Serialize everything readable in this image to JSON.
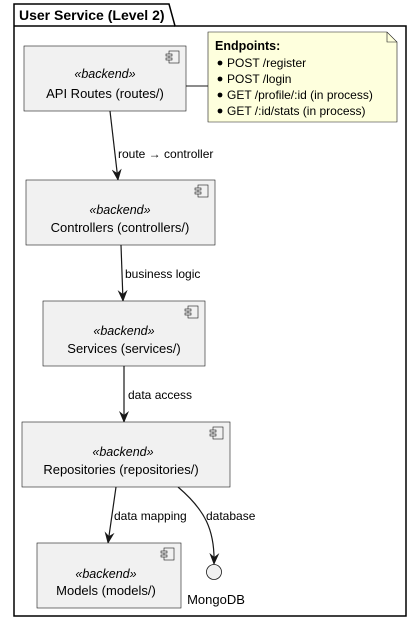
{
  "package": {
    "title": "User Service (Level 2)"
  },
  "components": [
    {
      "stereotype": "«backend»",
      "label": "API Routes (routes/)"
    },
    {
      "stereotype": "«backend»",
      "label": "Controllers (controllers/)"
    },
    {
      "stereotype": "«backend»",
      "label": "Services (services/)"
    },
    {
      "stereotype": "«backend»",
      "label": "Repositories (repositories/)"
    },
    {
      "stereotype": "«backend»",
      "label": "Models (models/)"
    }
  ],
  "interface": {
    "label": "MongoDB"
  },
  "note": {
    "title": "Endpoints:",
    "items": [
      "POST /register",
      "POST /login",
      "GET /profile/:id (in process)",
      "GET /:id/stats (in process)"
    ]
  },
  "edges": [
    {
      "label": "route → controller"
    },
    {
      "label": "business logic"
    },
    {
      "label": "data access"
    },
    {
      "label": "data mapping"
    },
    {
      "label": "database"
    }
  ],
  "colors": {
    "component_fill": "#F1F1F1",
    "component_stroke": "#181818",
    "note_fill": "#FEFFDD",
    "package_fill": "#FFFFFF",
    "line": "#181818"
  }
}
